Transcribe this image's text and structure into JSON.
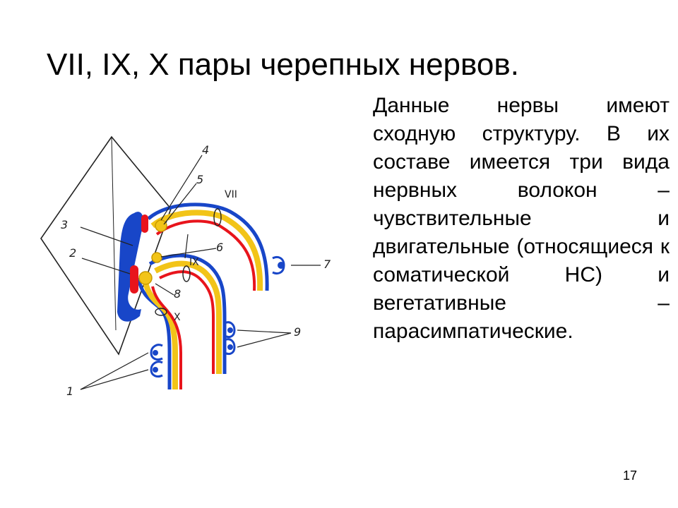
{
  "slide": {
    "title": "VII, IX, X пары черепных нервов.",
    "body": "Данные нервы имеют сходную структуру. В их составе имеется три вида нервных волокон – чувствительные и двигательные (относящиеся к соматической НС) и вегетативные – парасимпатические.",
    "page_number": "17"
  },
  "figure": {
    "labels": {
      "n1": "1",
      "n2": "2",
      "n3": "3",
      "n4": "4",
      "n5": "5",
      "n6": "6",
      "n7": "7",
      "n8": "8",
      "n9": "9",
      "nerve_vii": "VII",
      "nerve_ix": "IX",
      "nerve_x": "X"
    },
    "colors": {
      "motor": "#e8141c",
      "sensory": "#1846c8",
      "autonomic": "#f2c418",
      "outline": "#222222"
    }
  }
}
